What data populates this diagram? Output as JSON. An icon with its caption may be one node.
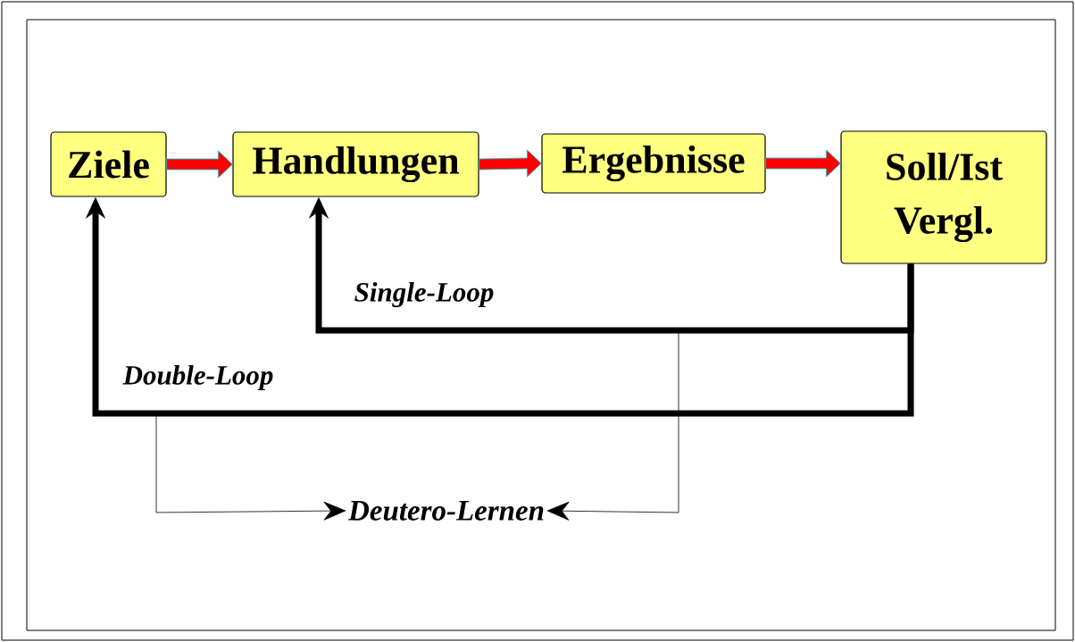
{
  "diagram": {
    "nodes": [
      {
        "text": [
          "Ziele"
        ]
      },
      {
        "text": [
          "Handlungen"
        ]
      },
      {
        "text": [
          "Ergebnisse"
        ]
      },
      {
        "text": [
          "Soll/Ist Vergl."
        ]
      },
      {
        "text": [
          "Deutero-Lernen"
        ]
      }
    ],
    "edges": [
      {
        "from": 0,
        "to": 1,
        "arrow": "to",
        "color": "#ff0000"
      },
      {
        "from": 1,
        "to": 2,
        "arrow": "to",
        "color": "#ff0000"
      },
      {
        "from": 2,
        "to": 3,
        "arrow": "to",
        "color": "#ff0000"
      },
      {
        "from": 3,
        "to": 1,
        "arrow": "to",
        "style": "thick",
        "label": "Single-Loop"
      },
      {
        "from": 3,
        "to": 0,
        "arrow": "to",
        "style": "thick",
        "label": "Double-Loop"
      },
      {
        "from": null,
        "to": 4,
        "arrow": "to"
      },
      {
        "from": null,
        "to": 4,
        "arrow": "to"
      }
    ]
  }
}
